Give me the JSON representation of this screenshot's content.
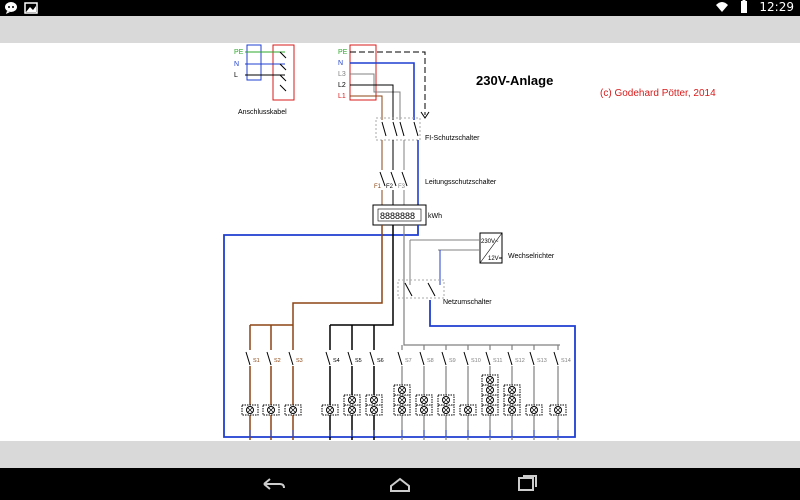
{
  "status_bar": {
    "time": "12:29",
    "left_icons": [
      "messenger-icon",
      "image-icon"
    ],
    "right_icons": [
      "wifi-icon",
      "battery-icon"
    ]
  },
  "diagram": {
    "title": "230V-Anlage",
    "copyright": "(c) Godehard Pötter,  2014",
    "cable_label": "Anschlusskabel",
    "cable_terminals": [
      "PE",
      "N",
      "L"
    ],
    "supply_terminals": [
      "PE",
      "N",
      "L3",
      "L2",
      "L1"
    ],
    "rcd_label": "FI-Schutzschalter",
    "mcb_label": "Leitungsschutzschalter",
    "mcb_names": [
      "F1",
      "F2",
      "F3"
    ],
    "meter_display": "8888888",
    "meter_unit": "kWh",
    "inverter_label": "Wechselrichter",
    "inverter_top": "230V~",
    "inverter_bottom": "12V=",
    "transfer_switch_label": "Netzumschalter",
    "switches": [
      "S1",
      "S2",
      "S3",
      "S4",
      "S5",
      "S6",
      "S7",
      "S8",
      "S9",
      "S10",
      "S11",
      "S12",
      "S13",
      "S14"
    ],
    "colors": {
      "phase_l1": "#8B4513",
      "neutral": "#1f3fd0",
      "phase_l2": "#000000",
      "phase_l3": "#808080",
      "pe": "#2ea82e",
      "accent_red": "#d81b1b"
    }
  },
  "nav_bar": {
    "buttons": [
      "back-button",
      "home-button",
      "recents-button"
    ]
  }
}
